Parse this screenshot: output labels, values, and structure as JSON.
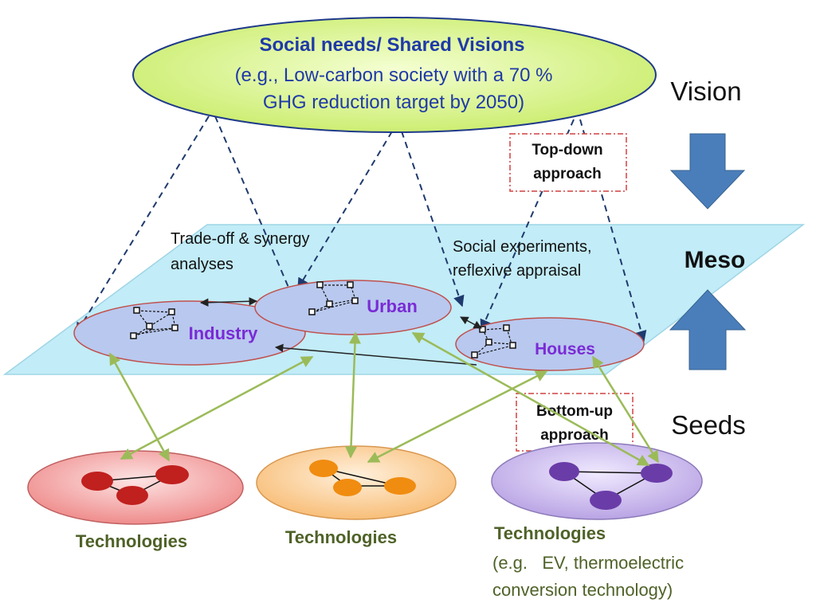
{
  "vision": {
    "title": "Social needs/ Shared Visions",
    "line2": "(e.g., Low-carbon society with a 70 %",
    "line3": "GHG reduction target by 2050)"
  },
  "levels": {
    "vision": "Vision",
    "meso": "Meso",
    "seeds": "Seeds"
  },
  "approaches": {
    "top_down": [
      "Top-down",
      "approach"
    ],
    "bottom_up": [
      "Bottom-up",
      "approach"
    ]
  },
  "notes": {
    "tradeoff": [
      "Trade-off & synergy",
      "analyses"
    ],
    "social": [
      "Social experiments,",
      "reflexive appraisal"
    ]
  },
  "sectors": {
    "industry": "Industry",
    "urban": "Urban",
    "houses": "Houses"
  },
  "technologies": {
    "left": "Technologies",
    "middle": "Technologies",
    "right": "Technologies",
    "right_note": [
      "(e.g.   EV, thermoelectric",
      "conversion technology)"
    ]
  },
  "colors": {
    "vision_fill": "#ddf59a",
    "vision_text": "#1f3aa8",
    "meso_plane": "#bfeaf6",
    "sector_fill": "#b9c8ee",
    "sector_text": "#7a2bd6",
    "arrow_blue": "#4a7ebb",
    "green_link": "#9bbb59",
    "tech_label": "#4f6228",
    "red_box": "#d04040"
  },
  "icons": [
    "down-arrow-icon",
    "up-arrow-icon",
    "network-icon"
  ]
}
